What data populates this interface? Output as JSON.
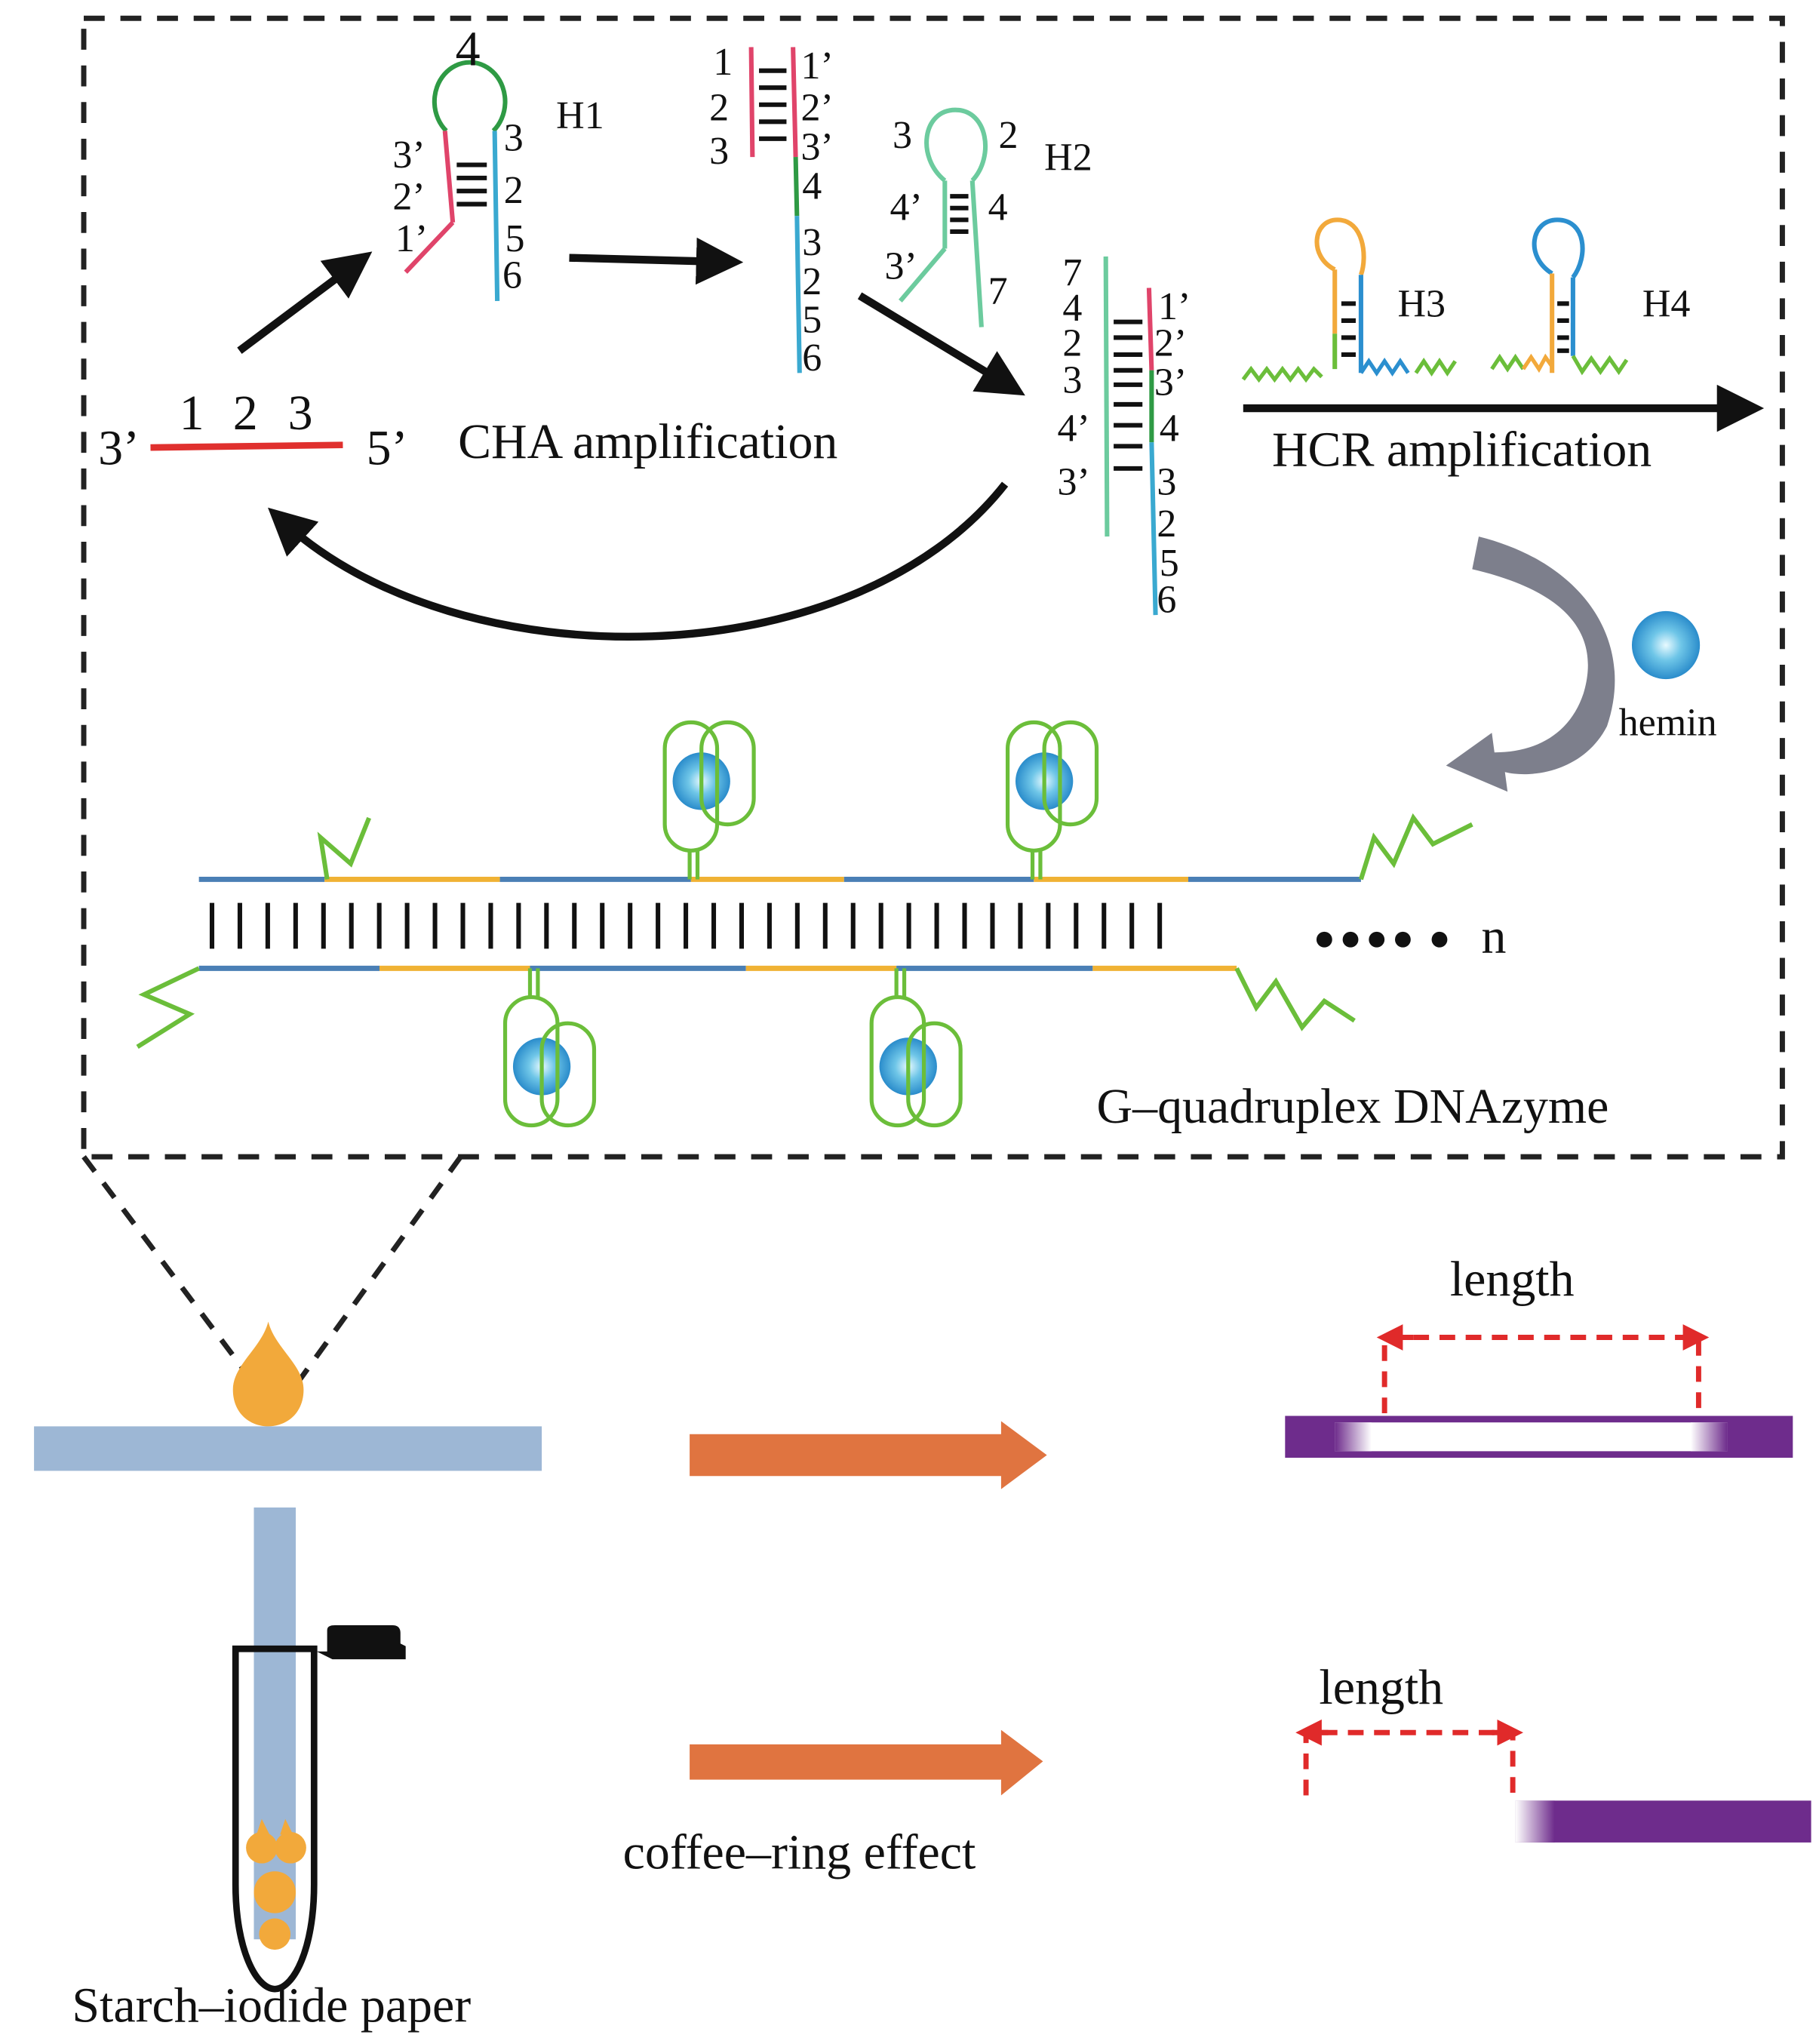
{
  "figure": {
    "colors": {
      "target_strand": "#E0302E",
      "h1_left": "#E0446A",
      "h1_loop": "#2E9A44",
      "h1_right": "#3AA9D0",
      "h2": "#6CCB9E",
      "h3_h4_orange": "#F2A93B",
      "h3_h4_blue": "#2B8FCF",
      "tail_green": "#6BBE3A",
      "duplex_blue": "#4A7FB5",
      "duplex_orange": "#F0B234",
      "quadruplex_green": "#6BBE3A",
      "hemin": "#3AA0D8",
      "paper_blue": "#9DB7D5",
      "droplet": "#F2A93B",
      "process_arrow": "#E07440",
      "strip_purple": "#6E2C8C",
      "length_marker": "#E02A2A",
      "curved_arrow_gray": "#767886"
    },
    "target": {
      "left_end": "3’",
      "right_end": "5’",
      "domains": [
        "1",
        "2",
        "3"
      ]
    },
    "cha_label": "CHA amplification",
    "h1": {
      "name": "H1",
      "loop_label": "4",
      "left_labels": [
        "3’",
        "2’",
        "1’"
      ],
      "right_labels": [
        "3",
        "2",
        "5",
        "6"
      ]
    },
    "complex1": {
      "left_labels": [
        "1",
        "2",
        "3"
      ],
      "right_labels": [
        "1’",
        "2’",
        "3’",
        "4",
        "3",
        "2",
        "5",
        "6"
      ]
    },
    "h2": {
      "name": "H2",
      "loop_left": "3",
      "loop_right": "2",
      "stem_left": "4’",
      "stem_right": "4",
      "tail_left": "3’",
      "tail_right": "7"
    },
    "complex2": {
      "left_labels": [
        "7",
        "4",
        "2",
        "3",
        "4’",
        "3’"
      ],
      "right_labels": [
        "1’",
        "2’",
        "3’",
        "4",
        "3",
        "2",
        "5",
        "6"
      ]
    },
    "h3": {
      "name": "H3"
    },
    "h4": {
      "name": "H4"
    },
    "hcr_label": "HCR amplification",
    "hemin_label": "hemin",
    "repeat_label": "n",
    "gquad_label": "G–quadruplex DNAzyme",
    "paper_label": "Starch–iodide paper",
    "coffee_label": "coffee–ring effect",
    "length_top": "length",
    "length_bottom": "length"
  }
}
